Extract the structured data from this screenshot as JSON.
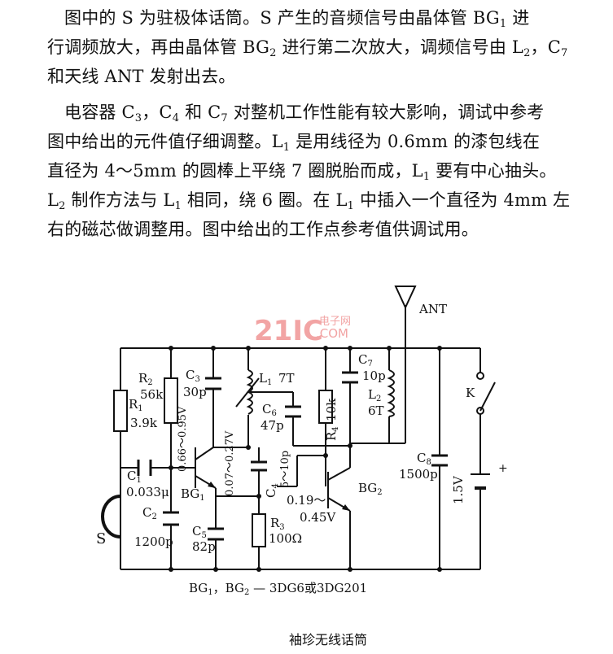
{
  "text": {
    "p1_l1": "图中的 S 为驻极体话筒。S 产生的音频信号由晶体管 BG",
    "p1_l1_sub": "1",
    "p1_l1_end": " 进",
    "p1_l2a": "行调频放大，再由晶体管 BG",
    "p1_l2_sub": "2",
    "p1_l2b": " 进行第二次放大，调频信号由 L",
    "p1_l2_sub2": "2",
    "p1_l2c": "，C",
    "p1_l2_sub3": "7",
    "p1_l3": "和天线 ANT 发射出去。",
    "p2_l1a": "电容器 C",
    "p2_l1_s1": "3",
    "p2_l1b": "，C",
    "p2_l1_s2": "4",
    "p2_l1c": " 和 C",
    "p2_l1_s3": "7",
    "p2_l1d": " 对整机工作性能有较大影响，调试中参考",
    "p2_l2a": "图中给出的元件值仔细调整。L",
    "p2_l2_s1": "1",
    "p2_l2b": " 是用线径为 0.6mm 的漆包线在",
    "p2_l3a": "直径为 4～5mm 的圆棒上平绕 7 圈脱胎而成，L",
    "p2_l3_s1": "1",
    "p2_l3b": " 要有中心抽头。",
    "p2_l4a": "L",
    "p2_l4_s1": "2",
    "p2_l4b": " 制作方法与 L",
    "p2_l4_s2": "1",
    "p2_l4c": " 相同，绕 6 圈。在 L",
    "p2_l4_s3": "1",
    "p2_l4d": " 中插入一个直径为 4mm 左",
    "p2_l5": "右的磁芯做调整用。图中给出的工作点参考值供调试用。"
  },
  "schematic": {
    "ant": "ANT",
    "watermark_num": "21IC",
    "watermark_top": "电子网",
    "watermark_bottom": ".COM",
    "r2": "R",
    "r2_sub": "2",
    "r2_val": "56k",
    "r1": "R",
    "r1_sub": "1",
    "r1_val": "3.9k",
    "c3": "C",
    "c3_sub": "3",
    "c3_val": "30p",
    "l1": "L",
    "l1_sub": "1",
    "l1_val": "7T",
    "c7": "C",
    "c7_sub": "7",
    "c7_val": "10p",
    "l2": "L",
    "l2_sub": "2",
    "l2_val": "6T",
    "k": "K",
    "c6": "C",
    "c6_sub": "6",
    "c6_val": "47p",
    "r4": "R",
    "r4_sub": "4",
    "r4_val": "10k",
    "v1": "0.66～0.95V",
    "v2": "0.07～0.27V",
    "c4": "C",
    "c4_sub": "4",
    "c4_val": "5～10p",
    "c1": "C",
    "c1_sub": "1",
    "c1_val": "0.033μ",
    "bg1": "BG",
    "bg1_sub": "1",
    "c8": "C",
    "c8_sub": "8",
    "c8_val": "1500p",
    "batt": "1.5V",
    "bg2": "BG",
    "bg2_sub": "2",
    "c2": "C",
    "c2_sub": "2",
    "c2_val": "1200p",
    "v3": "0.19～",
    "v4": "0.45V",
    "c5": "C",
    "c5_sub": "5",
    "c5_val": "82p",
    "r3": "R",
    "r3_sub": "3",
    "r3_val": "100Ω",
    "s": "S",
    "note_a": "BG",
    "note_a_sub": "1",
    "note_b": "，BG",
    "note_b_sub": "2",
    "note_c": " — 3DG6或3DG201",
    "caption": "袖珍无线话筒"
  }
}
